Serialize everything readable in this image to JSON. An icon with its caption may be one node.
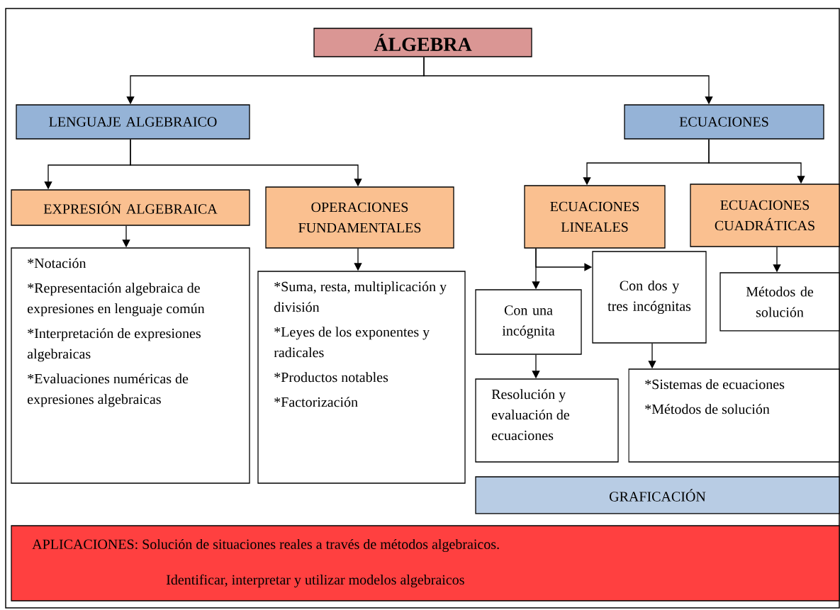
{
  "diagram": {
    "nodes": [
      {
        "text": [
          "ÁLGEBRA"
        ]
      },
      {
        "text": [
          "LENGUAJE ALGEBRAICO"
        ]
      },
      {
        "text": [
          "ECUACIONES"
        ]
      },
      {
        "text": [
          "EXPRESIÓN ALGEBRAICA"
        ]
      },
      {
        "text": [
          "OPERACIONES FUNDAMENTALES"
        ]
      },
      {
        "text": [
          "ECUACIONES LINEALES"
        ]
      },
      {
        "text": [
          "ECUACIONES CUADRÁTICAS"
        ]
      },
      {
        "text": [
          "*Notación",
          "*Representación algebraica de expresiones en lenguaje común",
          "*Interpretación de expresiones algebraicas",
          "*Evaluaciones numéricas de expresiones algebraicas"
        ]
      },
      {
        "text": [
          "*Suma, resta, multiplicación y división",
          "*Leyes de los exponentes y radicales",
          "*Productos notables",
          "*Factorización"
        ]
      },
      {
        "text": [
          "Con dos y tres incógnitas"
        ]
      },
      {
        "text": [
          "Métodos de solución"
        ]
      },
      {
        "text": [
          "Con una incógnita"
        ]
      },
      {
        "text": [
          "Resolución y evaluación de ecuaciones"
        ]
      },
      {
        "text": [
          "*Sistemas de ecuaciones",
          "*Métodos de solución"
        ]
      },
      {
        "text": [
          "GRAFICACIÓN"
        ]
      },
      {
        "text": [
          "APLICACIONES: Solución de situaciones reales a través de métodos algebraicos.",
          "Identificar, interpretar y utilizar modelos algebraicos"
        ]
      }
    ],
    "edges": [
      {
        "from": 0,
        "to": 1,
        "arrow": "to"
      },
      {
        "from": 0,
        "to": 2,
        "arrow": "to"
      },
      {
        "from": 1,
        "to": 3,
        "arrow": "to"
      },
      {
        "from": 1,
        "to": 4,
        "arrow": "to"
      },
      {
        "from": 2,
        "to": 5,
        "arrow": "to"
      },
      {
        "from": 2,
        "to": 6,
        "arrow": "to"
      },
      {
        "from": 3,
        "to": 7,
        "arrow": "to"
      },
      {
        "from": 4,
        "to": 8,
        "arrow": "to"
      },
      {
        "from": 5,
        "to": 11,
        "arrow": "to"
      },
      {
        "from": 5,
        "to": 9,
        "arrow": "to"
      },
      {
        "from": 6,
        "to": 10,
        "arrow": "to"
      },
      {
        "from": 11,
        "to": 12,
        "arrow": "to"
      },
      {
        "from": 9,
        "to": 13,
        "arrow": "to"
      }
    ]
  }
}
